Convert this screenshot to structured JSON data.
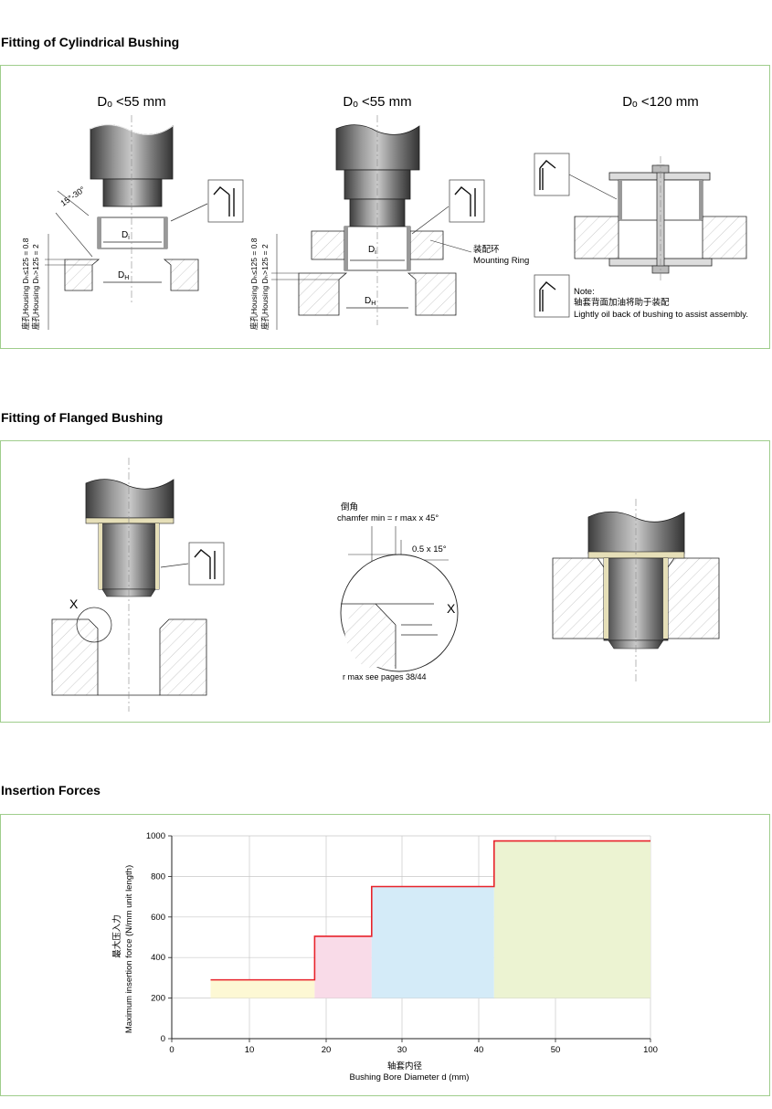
{
  "sections": {
    "cylindrical": {
      "title": "Fitting of Cylindrical Bushing",
      "fig1": {
        "title": "Dₒ <55 mm",
        "angle": "15°-30°",
        "di": "D",
        "di_sub": "i",
        "dh": "D",
        "dh_sub": "H",
        "housing_line1": "座孔Housing Dₕ≤125 = 0.8",
        "housing_line2": "座孔Housing Dₕ>125 = 2"
      },
      "fig2": {
        "title": "Dₒ <55 mm",
        "di": "D",
        "di_sub": "i",
        "dh": "D",
        "dh_sub": "H",
        "ring_cn": "装配环",
        "ring_en": "Mounting Ring",
        "housing_line1": "座孔Housing Dₕ≤125 = 0.8",
        "housing_line2": "座孔Housing Dₕ>125 = 2"
      },
      "fig3": {
        "title": "Dₒ <120 mm",
        "note_title": "Note:",
        "note_cn": "轴套背面加油将助于装配",
        "note_en": "Lightly oil back of bushing to assist assembly."
      }
    },
    "flanged": {
      "title": "Fitting of Flanged Bushing",
      "x_label": "X",
      "detail": {
        "chamfer_cn": "倒角",
        "chamfer_en": "chamfer min = r max x 45°",
        "small_chamfer": "0.5 x 15°",
        "x_label": "X",
        "rmax_note": "r max see pages 38/44"
      }
    },
    "insertion": {
      "title": "Insertion Forces"
    }
  },
  "chart_data": {
    "type": "line",
    "title": "",
    "xlabel_cn": "轴套内径",
    "xlabel": "Bushing Bore Diameter d (mm)",
    "ylabel_cn": "最大压入力",
    "ylabel": "Maximum insertion force (N/mm unit length)",
    "x_ticks": [
      0,
      10,
      20,
      30,
      40,
      50,
      100
    ],
    "y_ticks": [
      0,
      200,
      400,
      600,
      800,
      1000
    ],
    "ylim": [
      0,
      1000
    ],
    "grid": true,
    "line_color": "#e8232b",
    "series": [
      {
        "x": [
          5,
          18.5,
          18.5,
          26,
          26,
          42,
          42,
          100
        ],
        "y": [
          290,
          290,
          505,
          505,
          750,
          750,
          975,
          975
        ]
      }
    ],
    "bands": [
      {
        "x0": 5,
        "x1": 18.5,
        "y0": 200,
        "y1": 290,
        "color": "#fdf8d4"
      },
      {
        "x0": 18.5,
        "x1": 26,
        "y0": 200,
        "y1": 505,
        "color": "#f9dbe8"
      },
      {
        "x0": 26,
        "x1": 42,
        "y0": 200,
        "y1": 750,
        "color": "#d4ebf8"
      },
      {
        "x0": 42,
        "x1": 100,
        "y0": 200,
        "y1": 975,
        "color": "#ecf3d2"
      }
    ]
  }
}
